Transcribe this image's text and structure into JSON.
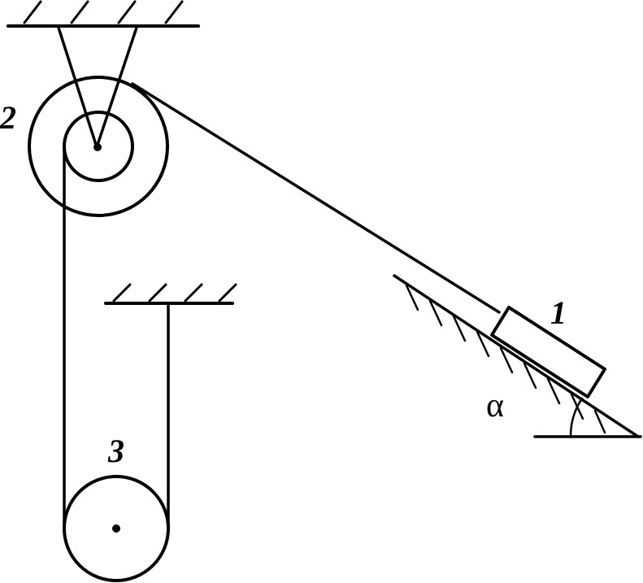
{
  "labels": {
    "body_1": "1",
    "pulley_2": "2",
    "pulley_3": "3",
    "angle": "α"
  },
  "colors": {
    "stroke": "#000000",
    "background": "#ffffff"
  }
}
